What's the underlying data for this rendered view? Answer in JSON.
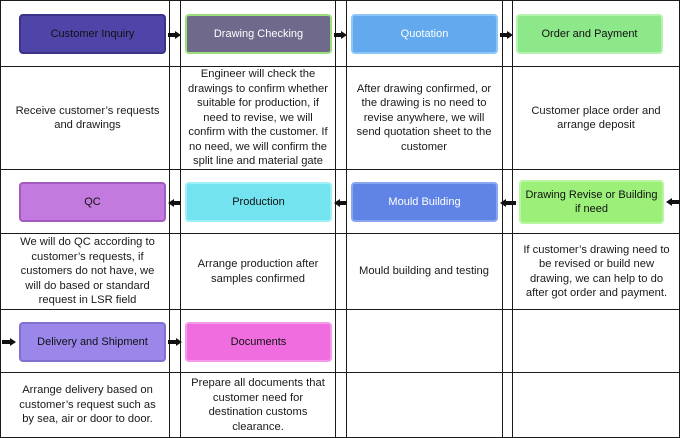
{
  "steps": {
    "customer_inquiry": {
      "title": "Customer Inquiry",
      "desc": "Receive customer’s requests and drawings"
    },
    "drawing_checking": {
      "title": "Drawing Checking",
      "desc": "Engineer will check the drawings to confirm whether suitable for production, if need to revise, we will confirm with the customer. If no need, we will confirm the split line and material gate"
    },
    "quotation": {
      "title": "Quotation",
      "desc": "After drawing confirmed, or the drawing is no need to revise anywhere, we will send quotation sheet to the customer"
    },
    "order_payment": {
      "title": "Order and Payment",
      "desc": "Customer place order and arrange deposit"
    },
    "qc": {
      "title": "QC",
      "desc": "We will do QC according to customer’s requests, if customers do not have, we will do based or standard request in LSR field"
    },
    "production": {
      "title": "Production",
      "desc": "Arrange production after samples confirmed"
    },
    "mould_building": {
      "title": "Mould Building",
      "desc": "Mould building and testing"
    },
    "drawing_revise": {
      "title": "Drawing Revise or Building if need",
      "desc": "If customer’s drawing need to be revised or build new drawing, we can help to do after got order and payment."
    },
    "delivery": {
      "title": "Delivery and Shipment",
      "desc": "Arrange delivery based on customer’s request such as by sea, air or door to door."
    },
    "documents": {
      "title": "Documents",
      "desc": "Prepare all documents that customer need for destination customs clearance."
    }
  },
  "colors": {
    "customer_inquiry": "#4f45a8",
    "drawing_checking": "#6f6a8c",
    "quotation": "#62a9ee",
    "order_payment": "#8de88a",
    "qc": "#c27adf",
    "production": "#74e3f0",
    "mould_building": "#5f84e6",
    "drawing_revise": "#9cf07a",
    "delivery": "#9b86ea",
    "documents": "#f06de0"
  }
}
